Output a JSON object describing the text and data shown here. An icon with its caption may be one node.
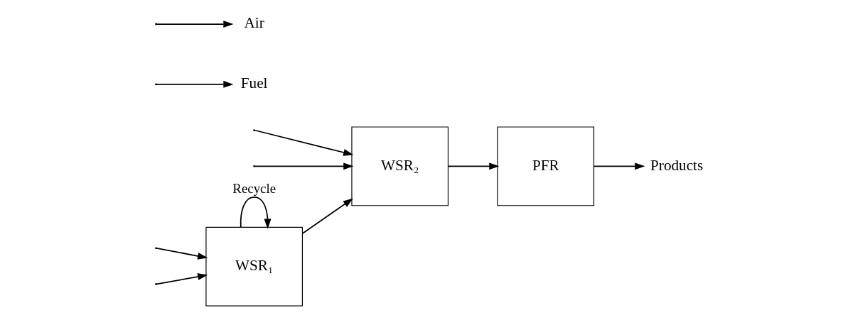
{
  "diagram": {
    "nodes": [
      {
        "text": [
          "WSR₁"
        ]
      },
      {
        "text": [
          "WSR₂"
        ]
      },
      {
        "text": [
          "PFR"
        ]
      },
      {
        "text": [
          "Fuel"
        ]
      },
      {
        "text": [
          "Air"
        ]
      },
      {
        "text": [
          "Products"
        ]
      }
    ],
    "edges": [
      {
        "from": null,
        "to": 3,
        "arrow": "to"
      },
      {
        "from": null,
        "to": 0,
        "arrow": "to"
      },
      {
        "from": null,
        "to": 1,
        "arrow": "to"
      },
      {
        "from": 0,
        "to": 0,
        "arrow": "to",
        "label": "Recycle"
      },
      {
        "from": 0,
        "to": 1,
        "arrow": "to"
      },
      {
        "from": 1,
        "to": 2,
        "arrow": "to"
      },
      {
        "from": 2,
        "to": 5,
        "arrow": "to"
      },
      {
        "from": null,
        "to": 4,
        "arrow": "to"
      },
      {
        "from": null,
        "to": 0,
        "arrow": "to"
      },
      {
        "from": null,
        "to": 1,
        "arrow": "to"
      }
    ]
  }
}
